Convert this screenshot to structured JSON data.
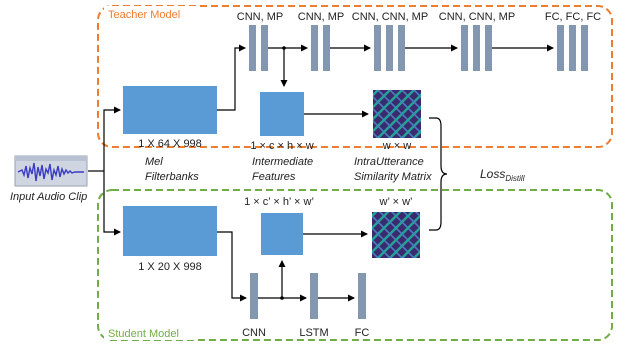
{
  "teacher": {
    "title": "Teacher Model",
    "input_shape": "1 X 64 X 998",
    "intermediate_shape": "1 × c × h × w",
    "matrix_shape": "w × w",
    "layer_labels": [
      "CNN, MP",
      "CNN, MP",
      "CNN, CNN, MP",
      "CNN, CNN, MP",
      "FC, FC, FC"
    ],
    "colors": {
      "border": "#ed7d31",
      "block": "#5b9bd5",
      "layer": "#8497b0"
    }
  },
  "student": {
    "title": "Student Model",
    "input_shape": "1 X 20 X 998",
    "intermediate_shape": "1 × c’ × h’ × w’",
    "matrix_shape": "w’ × w’",
    "layer_labels": [
      "CNN",
      "LSTM",
      "FC"
    ],
    "colors": {
      "border": "#70ad47"
    }
  },
  "input": {
    "label": "Input Audio Clip"
  },
  "captions": {
    "mel": [
      "Mel",
      "Filterbanks"
    ],
    "intermediate": [
      "Intermediate",
      "Features"
    ],
    "similarity": [
      "IntraUtterance",
      "Similarity Matrix"
    ]
  },
  "loss": {
    "main": "Loss",
    "sub": "Distill"
  }
}
